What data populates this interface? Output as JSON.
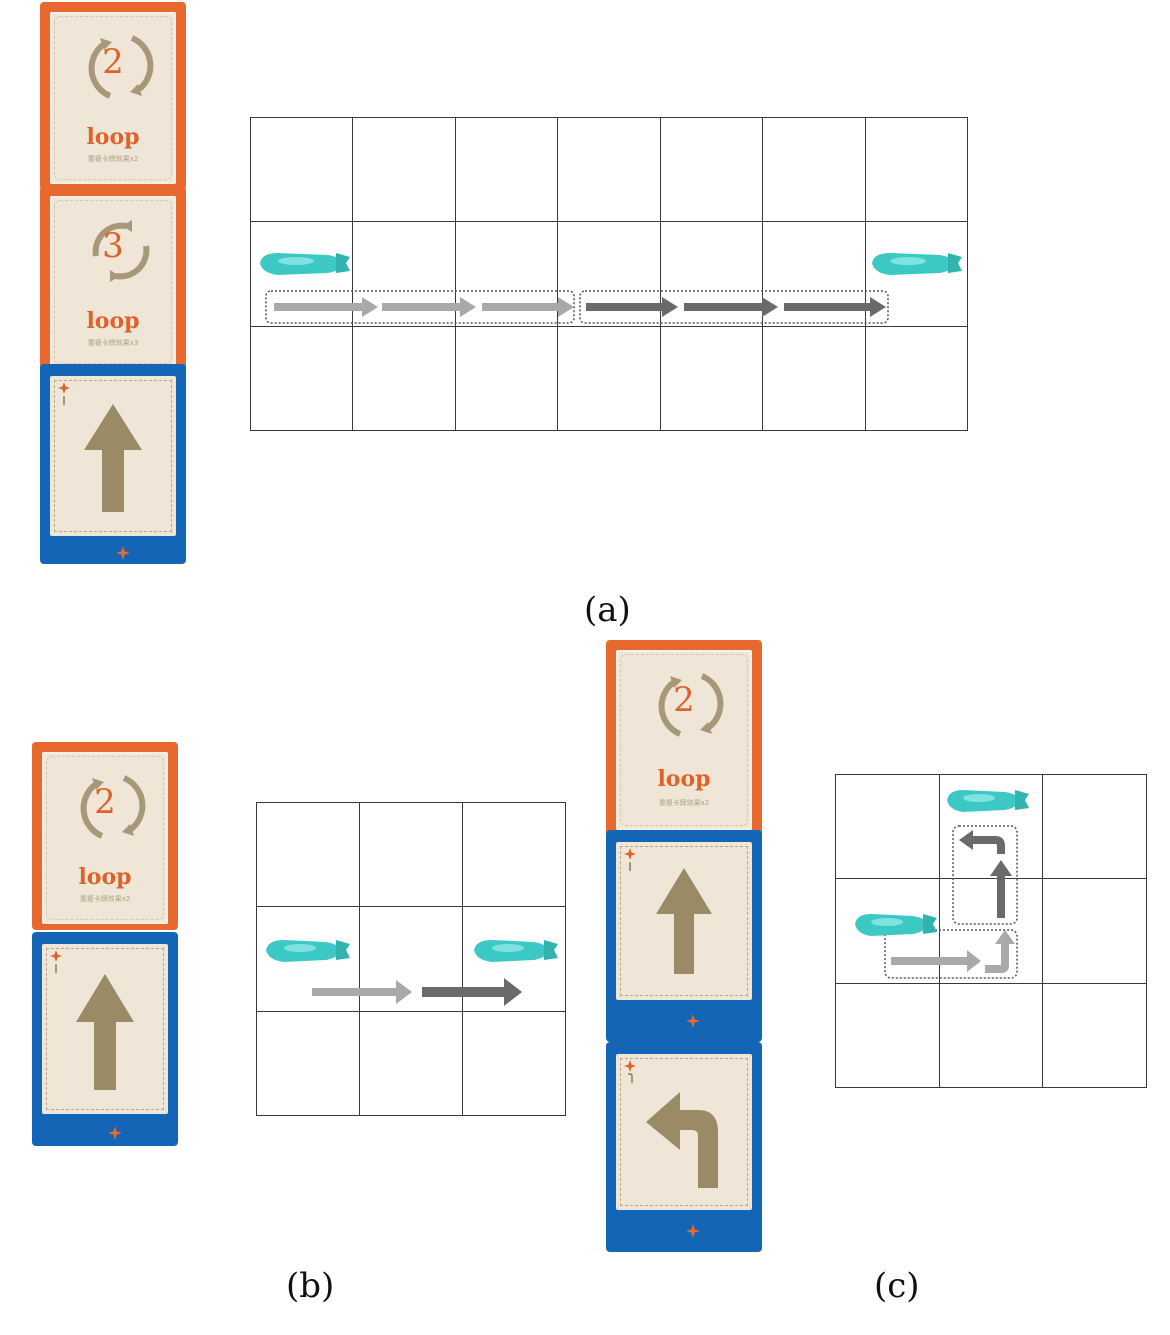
{
  "captions": {
    "a": "(a)",
    "b": "(b)",
    "c": "(c)"
  },
  "cards": {
    "loop_word": "loop",
    "loop_sub_2": "重複卡牌效果x2",
    "loop_sub_3": "重複卡牌效果x3",
    "loop_count_2": "2",
    "loop_count_3": "3"
  },
  "colors": {
    "loop_card_orange": "#e8692f",
    "move_card_blue": "#1565b6",
    "card_paper": "#efe6d8",
    "arrow_tan": "#9a8a66",
    "boat_teal": "#3cc9c6",
    "path_light": "#a9a9a9",
    "path_dark": "#6a6a6a"
  },
  "icons": [
    "loop-ring-icon",
    "up-arrow-icon",
    "turn-left-arrow-icon",
    "compass-star-icon",
    "boat-icon"
  ]
}
